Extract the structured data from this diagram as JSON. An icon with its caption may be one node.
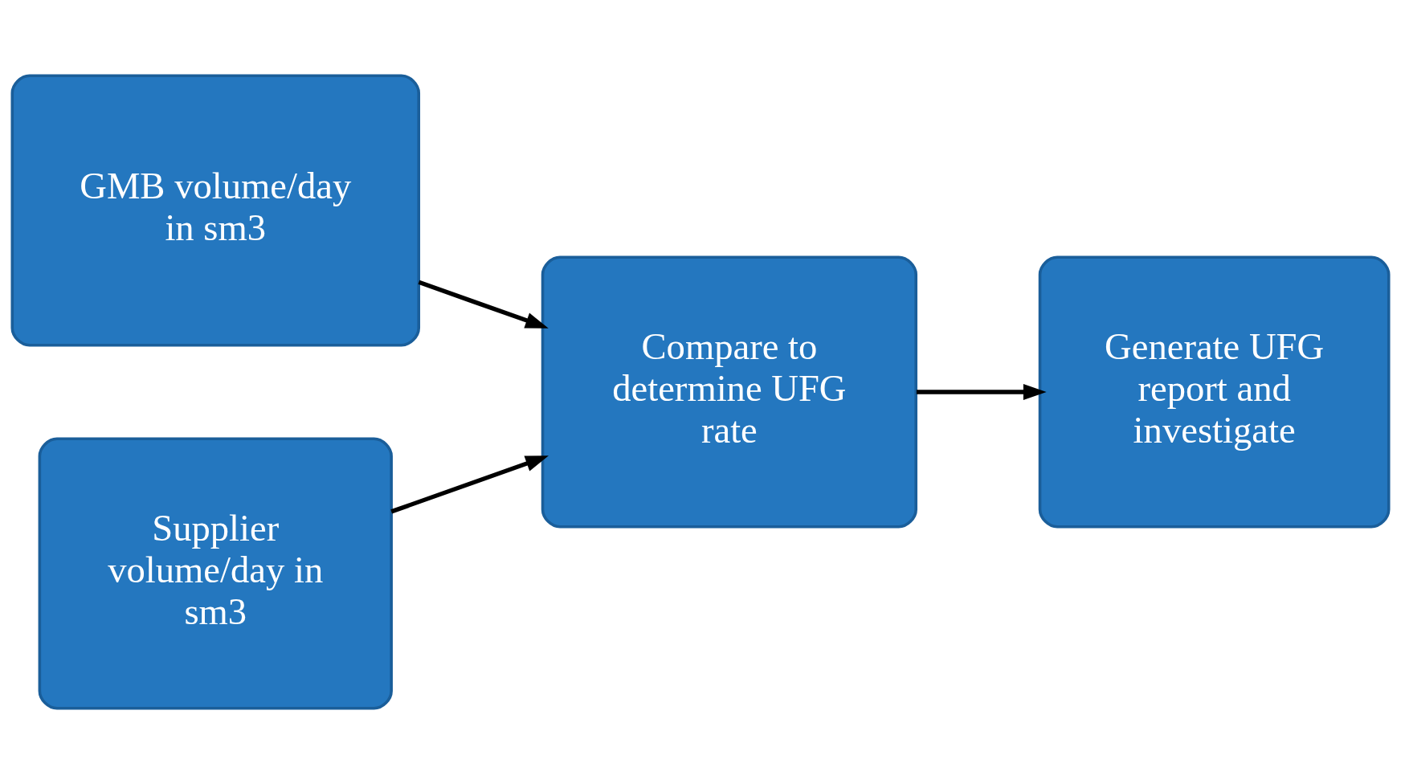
{
  "diagram": {
    "nodes": [
      {
        "text": [
          "GMB volume/day in sm3"
        ]
      },
      {
        "text": [
          "Supplier volume/day in sm3"
        ]
      },
      {
        "text": [
          "Compare to determine UFG rate"
        ]
      },
      {
        "text": [
          "Generate UFG report and investigate"
        ]
      }
    ],
    "edges": [
      {
        "from": 0,
        "to": 2,
        "arrow": "to"
      },
      {
        "from": 1,
        "to": 2,
        "arrow": "to"
      },
      {
        "from": 2,
        "to": 3,
        "arrow": "to"
      }
    ]
  }
}
